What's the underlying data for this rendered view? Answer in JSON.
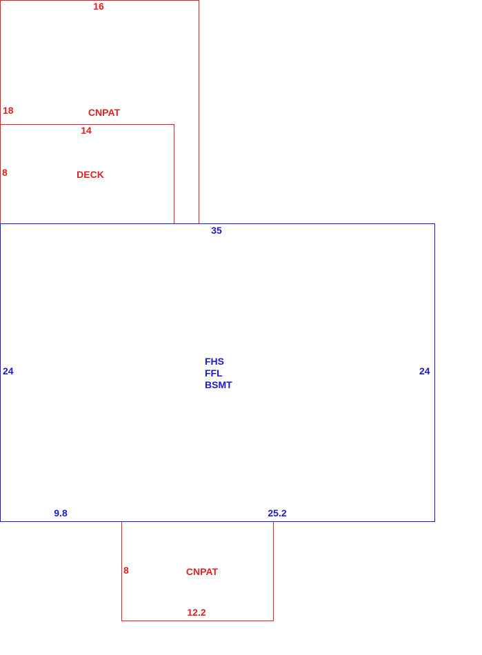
{
  "colors": {
    "addition": "#dd2222",
    "main": "#1a1acc",
    "background": "#ffffff"
  },
  "areas": {
    "cnpat_top": {
      "label": "CNPAT",
      "dims": {
        "top": "16",
        "left": "18"
      }
    },
    "deck": {
      "label": "DECK",
      "dims": {
        "top": "14",
        "left": "8"
      }
    },
    "main_house": {
      "labels": [
        "FHS",
        "FFL",
        "BSMT"
      ],
      "dims": {
        "top": "35",
        "left": "24",
        "right": "24",
        "bottom_left": "9.8",
        "bottom_right": "25.2"
      }
    },
    "cnpat_bottom": {
      "label": "CNPAT",
      "dims": {
        "left": "8",
        "bottom": "12.2"
      }
    }
  }
}
